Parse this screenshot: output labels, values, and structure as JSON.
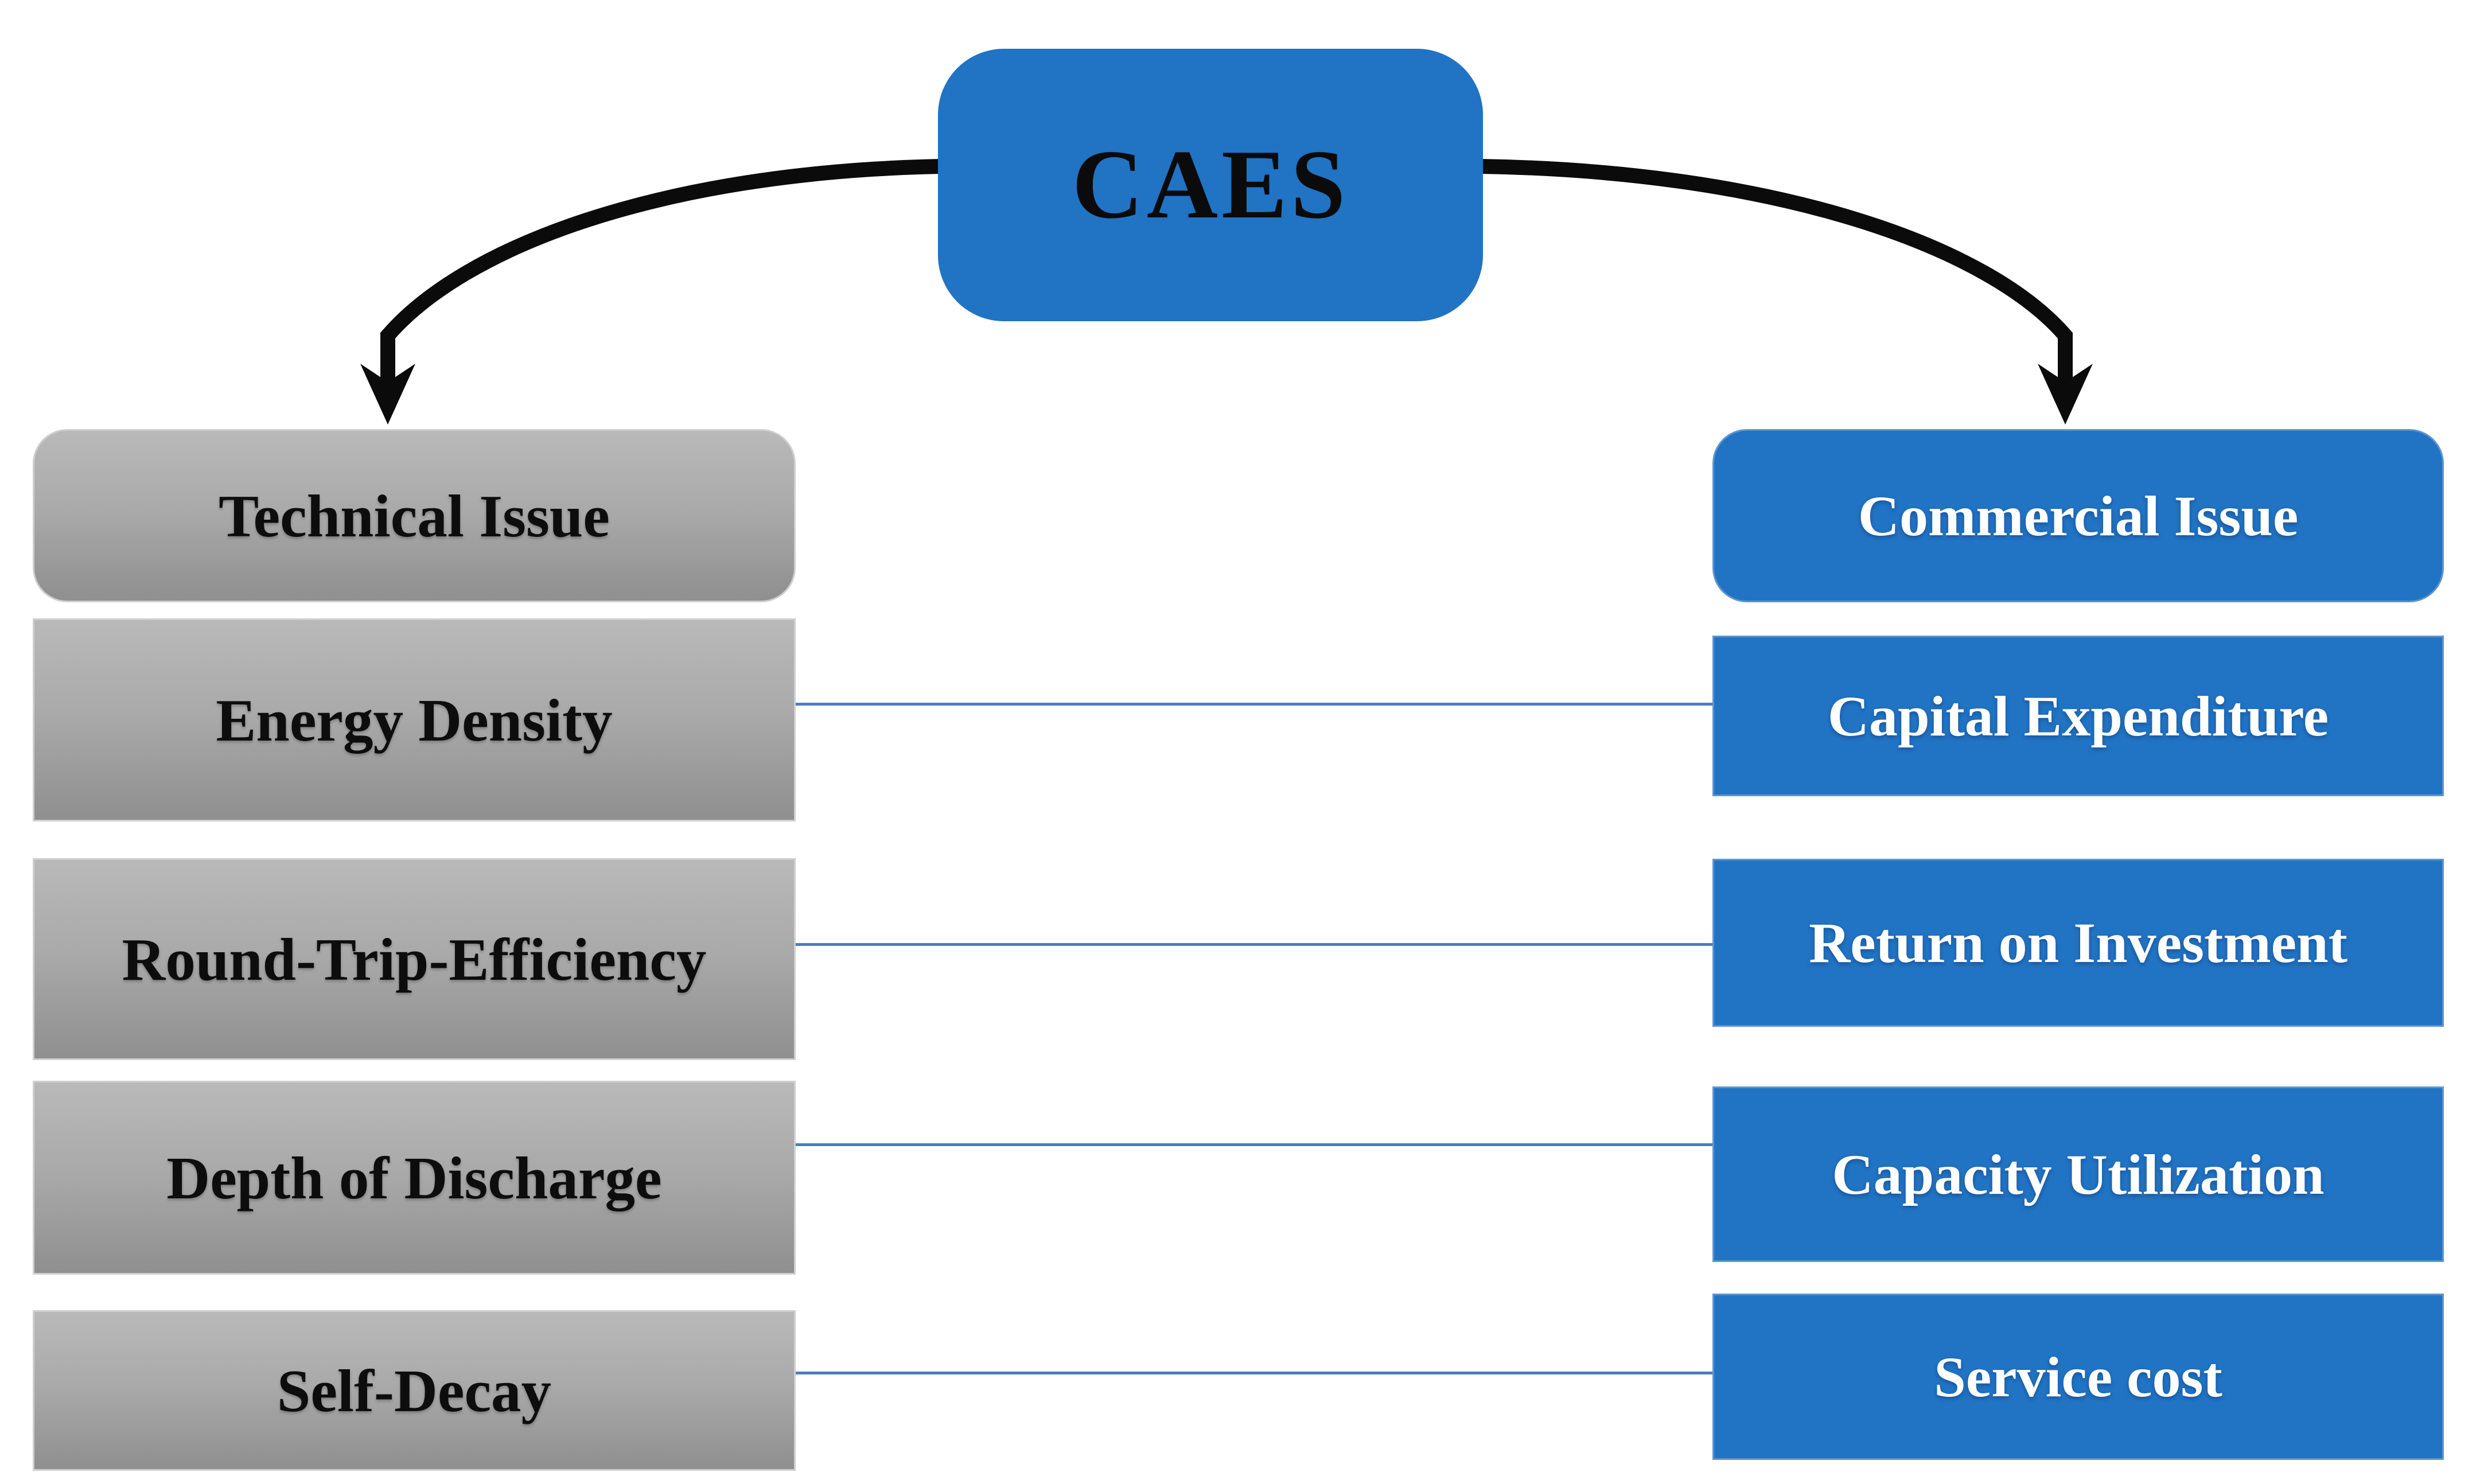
{
  "diagram": {
    "root_label": "CAES",
    "left": {
      "header": "Technical Issue",
      "items": [
        "Energy Density",
        "Round-Trip-Efficiency",
        "Depth of Discharge",
        "Self-Decay"
      ]
    },
    "right": {
      "header": "Commercial Issue",
      "items": [
        "Capital Expenditure",
        "Return on Investment",
        "Capacity Utilization",
        "Service cost"
      ]
    },
    "connections": [
      {
        "from": "CAES",
        "to": "Technical Issue",
        "style": "black-curved-arrow"
      },
      {
        "from": "CAES",
        "to": "Commercial Issue",
        "style": "black-curved-arrow"
      },
      {
        "from": "Energy Density",
        "to": "Capital Expenditure",
        "style": "blue-line"
      },
      {
        "from": "Round-Trip-Efficiency",
        "to": "Return on Investment",
        "style": "blue-line"
      },
      {
        "from": "Depth of Discharge",
        "to": "Capacity Utilization",
        "style": "blue-line"
      },
      {
        "from": "Self-Decay",
        "to": "Service cost",
        "style": "blue-line"
      }
    ],
    "colors": {
      "node_blue": "#2173C4",
      "node_gray": "#A9A9A9",
      "connector_blue": "#4A7EBD",
      "arrow_black": "#0B0B0B",
      "text_on_blue": "#FFFFFF",
      "text_on_gray": "#0D0D0D",
      "background": "#FFFFFF"
    }
  }
}
